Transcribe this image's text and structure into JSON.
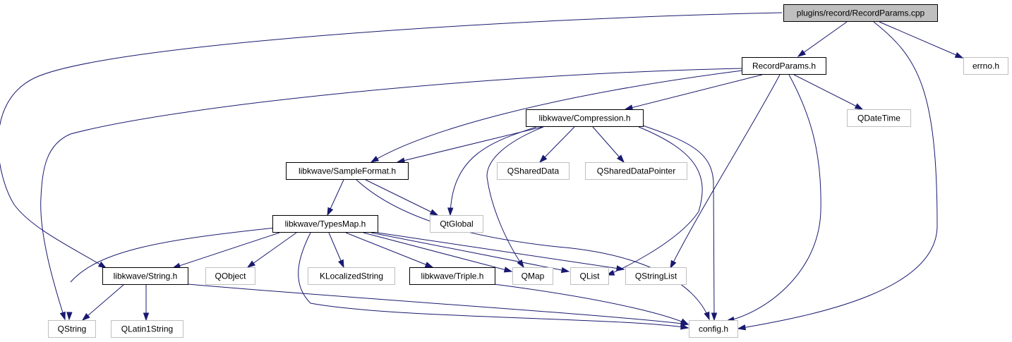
{
  "colors": {
    "edge": "#191970",
    "root_fill": "#bfbfbf",
    "root_border": "#000000",
    "documented_border": "#000000",
    "external_border": "#bfbfbf",
    "node_fill": "#ffffff"
  },
  "nodes": [
    {
      "id": "root",
      "label": "plugins/record/RecordParams.cpp",
      "kind": "root"
    },
    {
      "id": "recordparams",
      "label": "RecordParams.h",
      "kind": "documented"
    },
    {
      "id": "errno",
      "label": "errno.h",
      "kind": "external"
    },
    {
      "id": "compression",
      "label": "libkwave/Compression.h",
      "kind": "documented"
    },
    {
      "id": "qdatetime",
      "label": "QDateTime",
      "kind": "external"
    },
    {
      "id": "sampleformat",
      "label": "libkwave/SampleFormat.h",
      "kind": "documented"
    },
    {
      "id": "qshareddata",
      "label": "QSharedData",
      "kind": "external"
    },
    {
      "id": "qshareddatapointer",
      "label": "QSharedDataPointer",
      "kind": "external"
    },
    {
      "id": "typesmap",
      "label": "libkwave/TypesMap.h",
      "kind": "documented"
    },
    {
      "id": "qtglobal",
      "label": "QtGlobal",
      "kind": "external"
    },
    {
      "id": "string",
      "label": "libkwave/String.h",
      "kind": "documented"
    },
    {
      "id": "qobject",
      "label": "QObject",
      "kind": "external"
    },
    {
      "id": "klocalizedstring",
      "label": "KLocalizedString",
      "kind": "external"
    },
    {
      "id": "triple",
      "label": "libkwave/Triple.h",
      "kind": "documented"
    },
    {
      "id": "qmap",
      "label": "QMap",
      "kind": "external"
    },
    {
      "id": "qlist",
      "label": "QList",
      "kind": "external"
    },
    {
      "id": "qstringlist",
      "label": "QStringList",
      "kind": "external"
    },
    {
      "id": "qstring",
      "label": "QString",
      "kind": "external"
    },
    {
      "id": "qlatin1string",
      "label": "QLatin1String",
      "kind": "external"
    },
    {
      "id": "config",
      "label": "config.h",
      "kind": "external"
    }
  ],
  "edges": [
    {
      "from": "root",
      "to": "recordparams"
    },
    {
      "from": "root",
      "to": "errno"
    },
    {
      "from": "root",
      "to": "config"
    },
    {
      "from": "root",
      "to": "string"
    },
    {
      "from": "recordparams",
      "to": "compression"
    },
    {
      "from": "recordparams",
      "to": "qdatetime"
    },
    {
      "from": "recordparams",
      "to": "sampleformat"
    },
    {
      "from": "recordparams",
      "to": "qstringlist"
    },
    {
      "from": "recordparams",
      "to": "config"
    },
    {
      "from": "recordparams",
      "to": "qstring"
    },
    {
      "from": "compression",
      "to": "sampleformat"
    },
    {
      "from": "compression",
      "to": "qshareddata"
    },
    {
      "from": "compression",
      "to": "qshareddatapointer"
    },
    {
      "from": "compression",
      "to": "qtglobal"
    },
    {
      "from": "compression",
      "to": "qmap"
    },
    {
      "from": "compression",
      "to": "qlist"
    },
    {
      "from": "compression",
      "to": "config"
    },
    {
      "from": "sampleformat",
      "to": "typesmap"
    },
    {
      "from": "sampleformat",
      "to": "qtglobal"
    },
    {
      "from": "sampleformat",
      "to": "config"
    },
    {
      "from": "typesmap",
      "to": "string"
    },
    {
      "from": "typesmap",
      "to": "qobject"
    },
    {
      "from": "typesmap",
      "to": "klocalizedstring"
    },
    {
      "from": "typesmap",
      "to": "triple"
    },
    {
      "from": "typesmap",
      "to": "qmap"
    },
    {
      "from": "typesmap",
      "to": "qlist"
    },
    {
      "from": "typesmap",
      "to": "qstringlist"
    },
    {
      "from": "typesmap",
      "to": "qstring"
    },
    {
      "from": "typesmap",
      "to": "config"
    },
    {
      "from": "string",
      "to": "qstring"
    },
    {
      "from": "string",
      "to": "qlatin1string"
    },
    {
      "from": "string",
      "to": "config"
    },
    {
      "from": "triple",
      "to": "config"
    }
  ]
}
